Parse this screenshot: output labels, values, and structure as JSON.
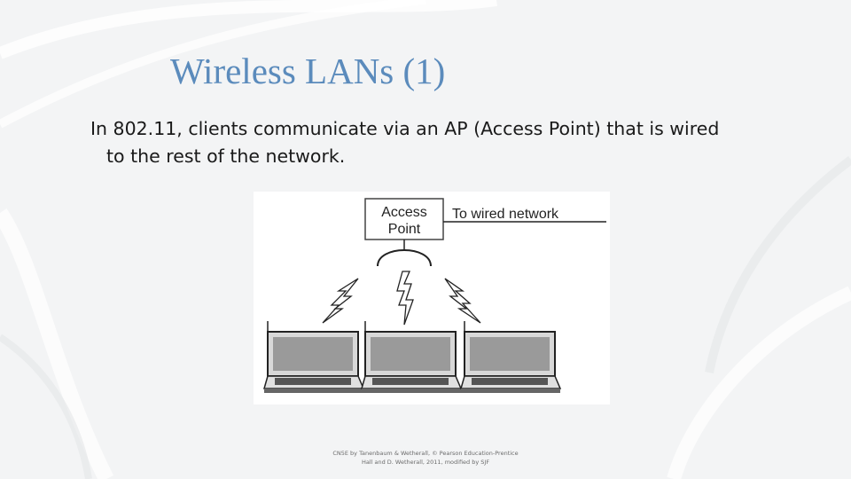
{
  "slide": {
    "title": "Wireless LANs  (1)",
    "body_line1": "In 802.11, clients communicate via an AP (Access Point) that is wired",
    "body_line2": "to the rest of the network."
  },
  "figure": {
    "ap_label_line1": "Access",
    "ap_label_line2": "Point",
    "wired_label": "To wired network",
    "client_count": 3
  },
  "footer": {
    "line1": "CN5E by Tanenbaum & Wetherall, © Pearson Education-Prentice",
    "line2": "Hall and D. Wetherall, 2011, modified by SJF"
  },
  "colors": {
    "title": "#5b8bbc",
    "background": "#f3f4f5"
  }
}
